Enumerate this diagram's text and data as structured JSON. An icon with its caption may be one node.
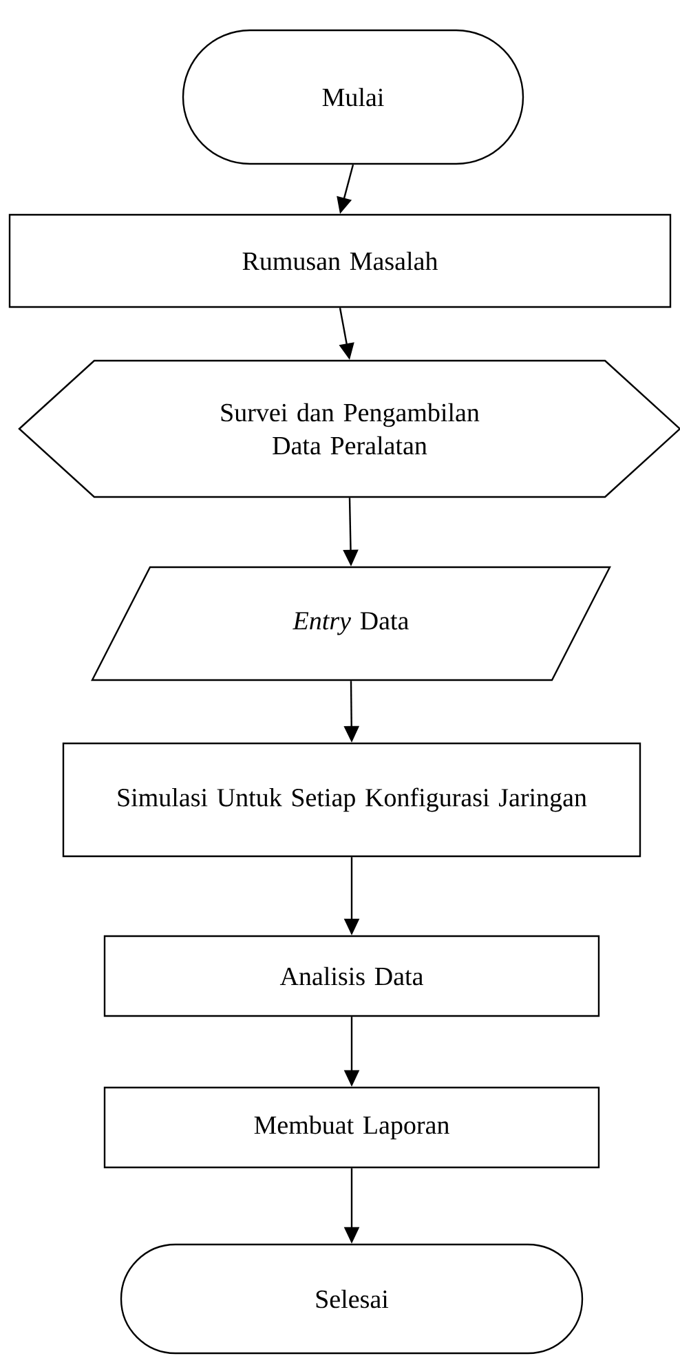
{
  "diagram": {
    "nodes": [
      {
        "text": [
          "Mulai"
        ]
      },
      {
        "text": [
          "Rumusan Masalah"
        ]
      },
      {
        "text": [
          "Survei dan Pengambilan Data Peralatan"
        ]
      },
      {
        "text": [
          "*Entry* Data"
        ]
      },
      {
        "text": [
          "Simulasi Untuk Setiap Konfigurasi Jaringan"
        ]
      },
      {
        "text": [
          "Analisis Data"
        ]
      },
      {
        "text": [
          "Membuat Laporan"
        ]
      },
      {
        "text": [
          "Selesai"
        ]
      }
    ],
    "edges": [
      {
        "from": 0,
        "to": 1,
        "arrow": "to"
      },
      {
        "from": 1,
        "to": 2,
        "arrow": "to"
      },
      {
        "from": 2,
        "to": 3,
        "arrow": "to"
      },
      {
        "from": 3,
        "to": 4,
        "arrow": "to"
      },
      {
        "from": 4,
        "to": 5,
        "arrow": "to"
      },
      {
        "from": 5,
        "to": 6,
        "arrow": "to"
      },
      {
        "from": 6,
        "to": 7,
        "arrow": "to"
      }
    ]
  }
}
